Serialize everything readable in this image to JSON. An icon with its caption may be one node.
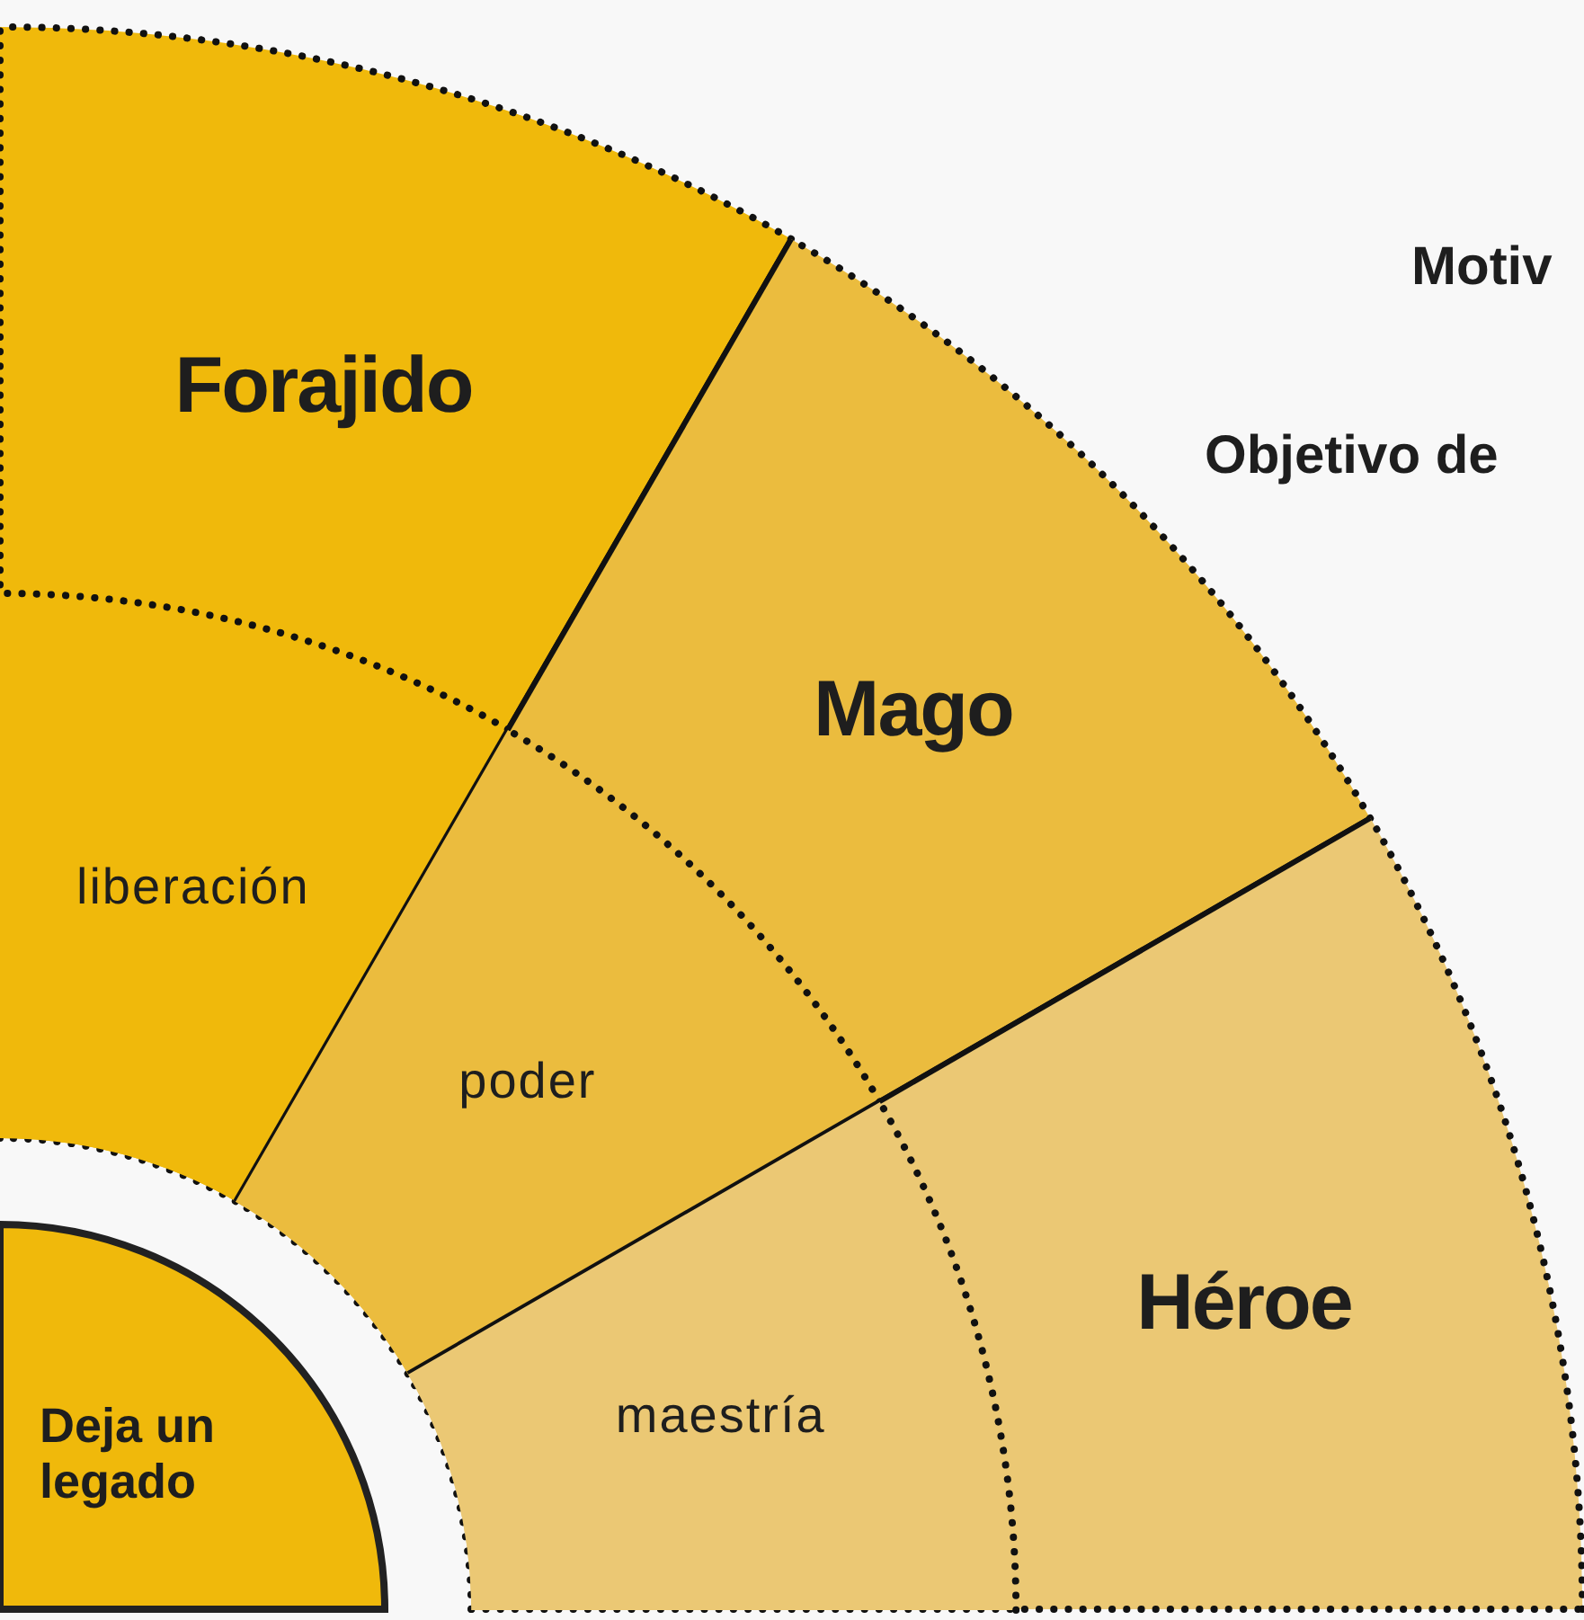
{
  "diagram": {
    "nodes": [
      {
        "text": [
          "Forajido"
        ]
      },
      {
        "text": [
          "liberación"
        ],
        "in": 0
      },
      {
        "text": [
          "Mago"
        ]
      },
      {
        "text": [
          "poder"
        ],
        "in": 2
      },
      {
        "text": [
          "Héroe"
        ]
      },
      {
        "text": [
          "maestría"
        ],
        "in": 4
      },
      {
        "text": [
          "Deja un legado"
        ]
      }
    ],
    "labels": [
      "Motiv",
      "Objetivo de"
    ]
  }
}
